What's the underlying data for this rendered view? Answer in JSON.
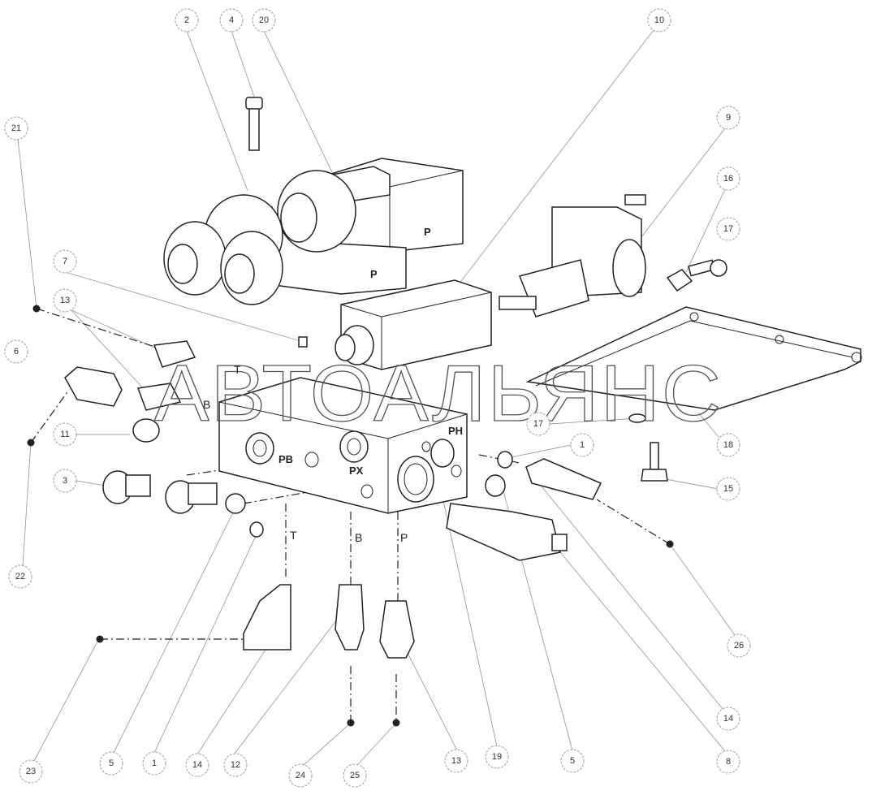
{
  "diagram": {
    "watermark": "АВТОАЛЬЯНС",
    "port_labels": {
      "t": "T",
      "b": "B",
      "p": "P",
      "pb": "PB",
      "px": "PX",
      "ph": "PH",
      "valve_p": "P"
    },
    "callouts": [
      "2",
      "4",
      "20",
      "10",
      "9",
      "21",
      "16",
      "17",
      "7",
      "13",
      "6",
      "11",
      "17",
      "18",
      "1",
      "3",
      "15",
      "22",
      "26",
      "14",
      "8",
      "23",
      "5",
      "1",
      "14",
      "12",
      "24",
      "25",
      "13",
      "19",
      "5"
    ]
  }
}
